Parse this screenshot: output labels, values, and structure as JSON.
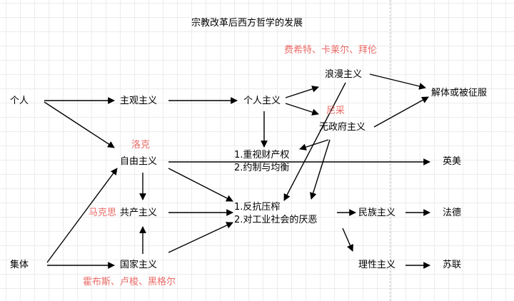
{
  "title": "宗教改革后西方哲学的发展",
  "nodes": {
    "geren": "个人",
    "jiti": "集体",
    "zhuguan": "主观主义",
    "gerenzhuyi": "个人主义",
    "langman": "浪漫主义",
    "jieti": "解体或被征服",
    "wuzhengfu": "无政府主义",
    "ziyou": "自由主义",
    "property_1": "1.重视财产权",
    "property_2": "2.约制与均衡",
    "yingmei": "英美",
    "gongchan": "共产主义",
    "resist_1": "1.反抗压榨",
    "resist_2": "2.对工业社会的厌恶",
    "minzu": "民族主义",
    "fade": "法德",
    "guojia": "国家主义",
    "lixing": "理性主义",
    "sulian": "苏联"
  },
  "notes": {
    "fichte": "费希特、卡莱尔、拜伦",
    "nietzsche": "尼采",
    "locke": "洛克",
    "marx": "马克思",
    "hobbes": "霍布斯、卢梭、黑格尔"
  },
  "colors": {
    "note": "#ea6b66",
    "line": "#000000",
    "guide": "#bcbcbc"
  }
}
